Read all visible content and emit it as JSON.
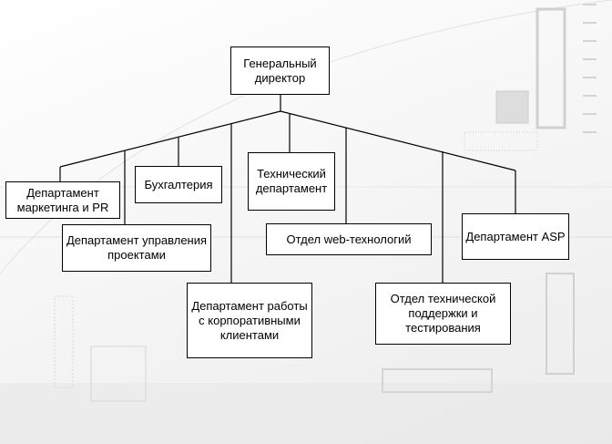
{
  "org_chart": {
    "root": "Генеральный директор",
    "units": [
      "Департамент маркетинга и PR",
      "Департамент управления проектами",
      "Бухгалтерия",
      "Департамент работы с корпоративными клиентами",
      "Технический департамент",
      "Отдел web-технологий",
      "Отдел технической поддержки и тестирования",
      "Департамент ASP"
    ]
  }
}
